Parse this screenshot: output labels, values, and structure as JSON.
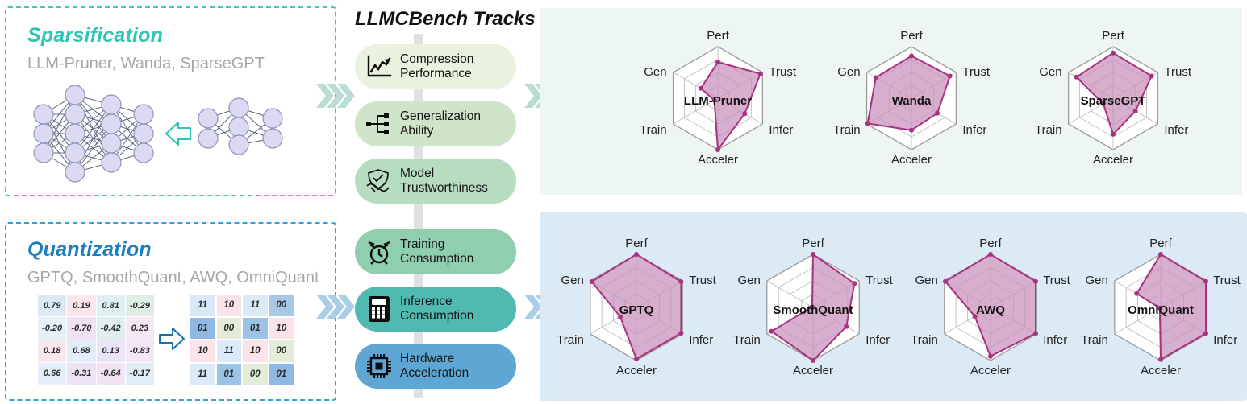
{
  "cards": {
    "sparsification": {
      "title": "Sparsification",
      "subtitle": "LLM-Pruner, Wanda, SparseGPT",
      "accent": "#2ec4b6",
      "border": "#46c3bb"
    },
    "quantization": {
      "title": "Quantization",
      "subtitle": "GPTQ, SmoothQuant, AWQ, OmniQuant",
      "accent": "#1a7fc1",
      "border": "#2f9fd8",
      "matrix_float": [
        [
          "0.79",
          "0.19",
          "0.81",
          "-0.29"
        ],
        [
          "-0.20",
          "-0.70",
          "-0.42",
          "0.23"
        ],
        [
          "0.18",
          "0.68",
          "0.13",
          "-0.83"
        ],
        [
          "0.66",
          "-0.31",
          "-0.64",
          "-0.17"
        ]
      ],
      "matrix_quantized": [
        [
          "11",
          "10",
          "11",
          "00"
        ],
        [
          "01",
          "00",
          "01",
          "10"
        ],
        [
          "10",
          "11",
          "10",
          "00"
        ],
        [
          "11",
          "01",
          "00",
          "01"
        ]
      ]
    }
  },
  "tracks": {
    "title": "LLMCBench Tracks",
    "items": [
      {
        "label_line1": "Compression",
        "label_line2": "Performance",
        "icon": "line-chart-icon",
        "color": "#eaf2df"
      },
      {
        "label_line1": "Generalization",
        "label_line2": "Ability",
        "icon": "tree-nodes-icon",
        "color": "#cfe5c9"
      },
      {
        "label_line1": "Model",
        "label_line2": "Trustworthiness",
        "icon": "shield-handshake-icon",
        "color": "#b7dcc0"
      },
      {
        "label_line1": "Training",
        "label_line2": "Consumption",
        "icon": "alarm-clock-icon",
        "color": "#8fcfb0"
      },
      {
        "label_line1": "Inference",
        "label_line2": "Consumption",
        "icon": "calculator-icon",
        "color": "#4fb9b2"
      },
      {
        "label_line1": "Hardware",
        "label_line2": "Acceleration",
        "icon": "cpu-chip-icon",
        "color": "#5ea7d4"
      }
    ]
  },
  "panels": {
    "top": {
      "background": "#eef6f4"
    },
    "bottom": {
      "background": "#dbeaf5"
    }
  },
  "chart_data": [
    {
      "type": "radar",
      "title": "LLM-Pruner",
      "categories": [
        "Perf",
        "Trust",
        "Infer",
        "Acceler",
        "Train",
        "Gen"
      ],
      "values": [
        0.7,
        0.95,
        0.6,
        1.0,
        0.08,
        0.38
      ],
      "rmax": 1.0,
      "rings": 4,
      "fill": "#c98fbb",
      "stroke": "#a8327f",
      "panel": "top"
    },
    {
      "type": "radar",
      "title": "Wanda",
      "categories": [
        "Perf",
        "Trust",
        "Infer",
        "Acceler",
        "Train",
        "Gen"
      ],
      "values": [
        0.82,
        0.86,
        0.58,
        0.62,
        0.98,
        0.8
      ],
      "rmax": 1.0,
      "rings": 4,
      "fill": "#c98fbb",
      "stroke": "#a8327f",
      "panel": "top"
    },
    {
      "type": "radar",
      "title": "SparseGPT",
      "categories": [
        "Perf",
        "Trust",
        "Infer",
        "Acceler",
        "Train",
        "Gen"
      ],
      "values": [
        0.88,
        0.86,
        0.5,
        0.7,
        0.22,
        0.82
      ],
      "rmax": 1.0,
      "rings": 4,
      "fill": "#c98fbb",
      "stroke": "#a8327f",
      "panel": "top"
    },
    {
      "type": "radar",
      "title": "GPTQ",
      "categories": [
        "Perf",
        "Trust",
        "Infer",
        "Acceler",
        "Train",
        "Gen"
      ],
      "values": [
        1.0,
        0.97,
        0.97,
        0.97,
        0.35,
        0.97
      ],
      "rmax": 1.0,
      "rings": 4,
      "fill": "#c98fbb",
      "stroke": "#a8327f",
      "panel": "bottom"
    },
    {
      "type": "radar",
      "title": "SmoothQuant",
      "categories": [
        "Perf",
        "Trust",
        "Infer",
        "Acceler",
        "Train",
        "Gen"
      ],
      "values": [
        1.0,
        0.9,
        0.72,
        1.0,
        0.9,
        0.02
      ],
      "rmax": 1.0,
      "rings": 4,
      "fill": "#c98fbb",
      "stroke": "#a8327f",
      "panel": "bottom"
    },
    {
      "type": "radar",
      "title": "AWQ",
      "categories": [
        "Perf",
        "Trust",
        "Infer",
        "Acceler",
        "Train",
        "Gen"
      ],
      "values": [
        1.0,
        0.98,
        0.98,
        0.92,
        0.34,
        0.98
      ],
      "rmax": 1.0,
      "rings": 4,
      "fill": "#c98fbb",
      "stroke": "#a8327f",
      "panel": "bottom"
    },
    {
      "type": "radar",
      "title": "OmniQuant",
      "categories": [
        "Perf",
        "Trust",
        "Infer",
        "Acceler",
        "Train",
        "Gen"
      ],
      "values": [
        1.0,
        0.98,
        0.98,
        0.98,
        0.02,
        0.52
      ],
      "rmax": 1.0,
      "rings": 4,
      "fill": "#c98fbb",
      "stroke": "#a8327f",
      "panel": "bottom"
    }
  ],
  "colors": {
    "chevron_top": "#b9ddd4",
    "chevron_bottom": "#a8cfe6",
    "radar_fill": "#c98fbb",
    "radar_stroke": "#a8327f",
    "radar_grid": "#bdbdbd",
    "spine": "#dedede"
  }
}
